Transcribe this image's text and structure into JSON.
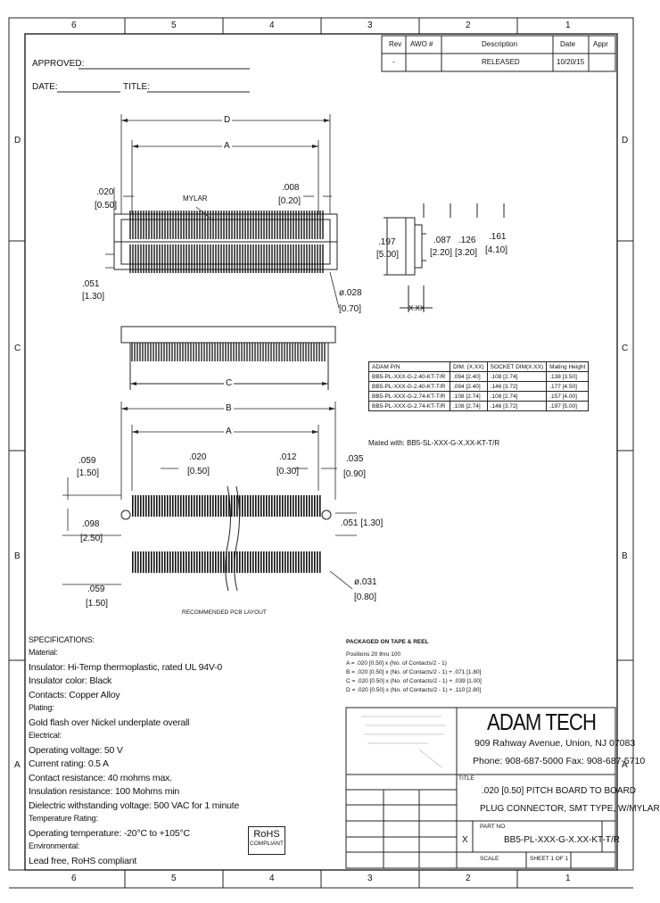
{
  "zones": {
    "columns": [
      "6",
      "5",
      "4",
      "3",
      "2",
      "1"
    ],
    "rows": [
      "D",
      "C",
      "B",
      "A"
    ]
  },
  "revision_block": {
    "headers": [
      "Rev",
      "AWO #",
      "Description",
      "Date",
      "Appr"
    ],
    "row": [
      "-",
      "",
      "RELEASED",
      "10/20/15",
      ""
    ]
  },
  "approval": {
    "approved_label": "APPROVED:",
    "date_label": "DATE:",
    "title_label": "TITLE:"
  },
  "dimensions": {
    "d": "D",
    "a": "A",
    "b": "B",
    "c": "C",
    "d020": ".020",
    "d050": "[0.50]",
    "d008": ".008",
    "d020mm": "[0.20]",
    "mylar": "MYLAR",
    "d051": ".051",
    "d130": "[1.30]",
    "d028": "ø.028",
    "d070": "[0.70]",
    "d197": ".197",
    "d500": "[5.00]",
    "d087": ".087",
    "d220": "[2.20]",
    "d126": ".126",
    "d320": "[3.20]",
    "d161": ".161",
    "d410": "[4.10]",
    "xxx": "X.XX",
    "d059": ".059",
    "d150": "[1.50]",
    "d0201": ".020",
    "d0501": "[0.50]",
    "d012": ".012",
    "d030": "[0.30]",
    "d035": ".035",
    "d090": "[0.90]",
    "d098": ".098",
    "d250": "[2.50]",
    "d051b": ".051 [1.30]",
    "d0592": ".059",
    "d1502": "[1.50]",
    "d031": "ø.031",
    "d080": "[0.80]",
    "pcb_layout": "RECOMMENDED PCB LAYOUT"
  },
  "part_table": {
    "headers": [
      "ADAM P/N",
      "DIM. (X.XX)",
      "SOCKET DIM(X.XX)",
      "Mating Height"
    ],
    "rows": [
      [
        "BB5-PL-XXX-G-2.40-KT-T/R",
        ".094 [2.40]",
        ".108 [2.74]",
        ".138 [3.50]"
      ],
      [
        "BB5-PL-XXX-G-2.40-KT-T/R",
        ".094 [2.40]",
        ".146 [3.72]",
        ".177 [4.50]"
      ],
      [
        "BB5-PL-XXX-G-2.74-KT-T/R",
        ".108 [2.74]",
        ".108 [2.74]",
        ".157 [4.00]"
      ],
      [
        "BB5-PL-XXX-G-2.74-KT-T/R",
        ".108 [2.74]",
        ".146 [3.72]",
        ".197 [5.00]"
      ]
    ],
    "mated_with": "Mated with: BB5-SL-XXX-G-X.XX-KT-T/R"
  },
  "specifications": {
    "title": "SPECIFICATIONS:",
    "lines": [
      "Material:",
      "Insulator: Hi-Temp thermoplastic, rated UL 94V-0",
      "Insulator color: Black",
      "Contacts: Copper Alloy",
      "Plating:",
      "Gold flash over Nickel underplate overall",
      "Electrical:",
      "Operating voltage: 50 V",
      "Current rating: 0.5 A",
      "Contact resistance: 40 mohms max.",
      "Insulation resistance: 100 Mohms min",
      "Dielectric withstanding voltage: 500 VAC for 1 minute",
      "Temperature Rating:",
      "Operating temperature: -20°C to +105°C",
      "Environmental:",
      "Lead free, RoHS compliant"
    ]
  },
  "packaging": {
    "title": "PACKAGED ON TAPE & REEL",
    "lines": [
      "Positions 20 thru 100",
      "A = .020 [0.50] x (No. of Contacts/2 - 1)",
      "B = .020 [0.50] x (No. of Contacts/2 - 1) + .071 [1.80]",
      "C = .020 [0.50] x (No. of Contacts/2 - 1) + .039 [1.00]",
      "D = .020 [0.50] x (No. of Contacts/2 - 1) + .110 [2.80]"
    ]
  },
  "title_block": {
    "company": "ADAM TECH",
    "address": "909 Rahway Avenue, Union, NJ 07083",
    "phone": "Phone: 908-687-5000 Fax: 908-687-5710",
    "title_label": "TITLE",
    "title_line1": ".020 [0.50] PITCH BOARD TO BOARD",
    "title_line2": "PLUG CONNECTOR, SMT TYPE, W/MYLAR",
    "part_label": "PART NO.",
    "part_number": "BB5-PL-XXX-G-X.XX-KT-T/R",
    "size": "X",
    "scale_label": "SCALE",
    "sheet_label": "SHEET 1 OF 1",
    "rev": "-"
  },
  "rohs": {
    "line1": "RoHS",
    "line2": "COMPLIANT"
  }
}
